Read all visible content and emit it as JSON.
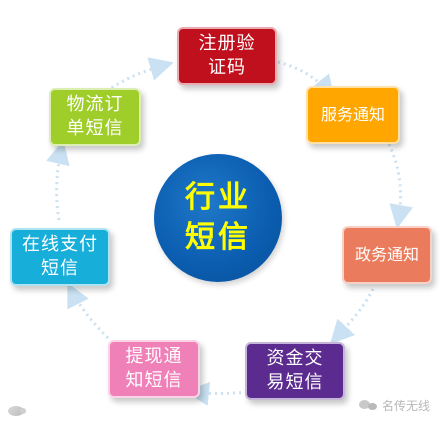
{
  "diagram": {
    "center_label_line1": "行业",
    "center_label_line2": "短信",
    "nodes": [
      {
        "id": "registration",
        "line1": "注册验",
        "line2": "证码",
        "color": "#c1101d"
      },
      {
        "id": "service",
        "line1": "服务通知",
        "color": "#ffa600"
      },
      {
        "id": "government",
        "line1": "政务通知",
        "color": "#ea7c5d"
      },
      {
        "id": "funds",
        "line1": "资金交",
        "line2": "易短信",
        "color": "#5b2b8f"
      },
      {
        "id": "withdrawal",
        "line1": "提现通",
        "line2": "知短信",
        "color": "#ef80b8"
      },
      {
        "id": "payment",
        "line1": "在线支付",
        "line2": "短信",
        "color": "#18aeda"
      },
      {
        "id": "logistics",
        "line1": "物流订",
        "line2": "单短信",
        "color": "#9fcd2a"
      }
    ]
  },
  "watermark": {
    "right_text": "名传无线"
  },
  "icons": {
    "watermark_left": "weibo-logo-icon",
    "watermark_right": "wechat-icon"
  },
  "colors": {
    "center_fill": "#0b5db0",
    "center_text": "#ffff00",
    "connector": "#c9e1f2"
  }
}
